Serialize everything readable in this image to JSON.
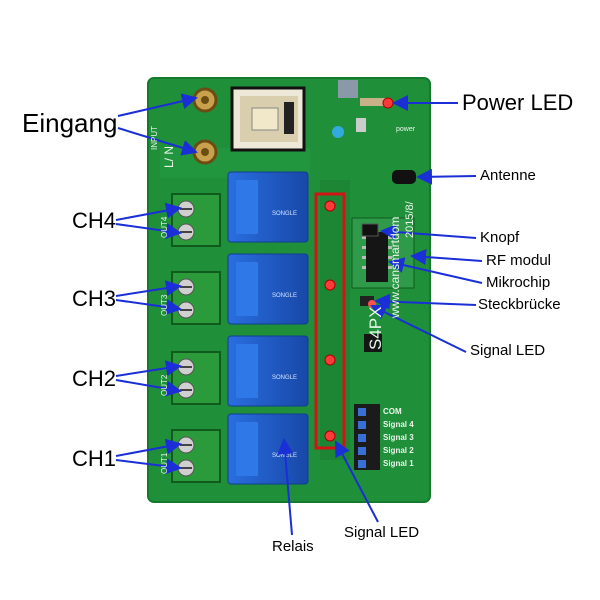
{
  "labels": {
    "eingang": "Eingang",
    "ch4": "CH4",
    "ch3": "CH3",
    "ch2": "CH2",
    "ch1": "CH1",
    "power_led": "Power LED",
    "antenne": "Antenne",
    "knopf": "Knopf",
    "rf_modul": "RF modul",
    "mikrochip": "Mikrochip",
    "steckbruecke": "Steckbrücke",
    "signal_led_right": "Signal LED",
    "relais": "Relais",
    "signal_led_bottom": "Signal LED"
  },
  "board": {
    "model": "S4PX",
    "website": "www.cansmartdom",
    "date": "2015/8/",
    "input": "INPUT",
    "l_n": "L/  N",
    "out1": "OUT1",
    "out2": "OUT2",
    "out3": "OUT3",
    "out4": "OUT4",
    "power": "power",
    "header_pins": [
      "COM",
      "Signal 4",
      "Signal 3",
      "Signal 2",
      "Signal 1"
    ]
  },
  "colors": {
    "pcb": "#1f8f3a",
    "relay": "#1e5cc8",
    "terminal": "#2a9a3a",
    "arrow": "#1a2fd6",
    "highlight": "#d11414"
  }
}
